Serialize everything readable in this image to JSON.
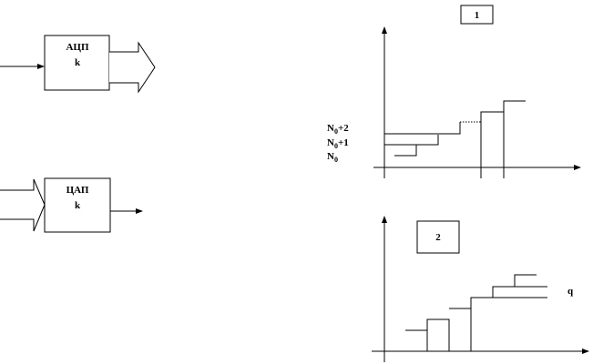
{
  "adc_block": {
    "title": "АЦП",
    "param": "k"
  },
  "dac_block": {
    "title": "ЦАП",
    "param": "k"
  },
  "graph1": {
    "tag": "1",
    "levels": [
      {
        "base": "N",
        "sub": "0",
        "suffix": "+2"
      },
      {
        "base": "N",
        "sub": "0",
        "suffix": "+1"
      },
      {
        "base": "N",
        "sub": "0",
        "suffix": ""
      }
    ]
  },
  "graph2": {
    "tag": "2",
    "label_q": "q"
  },
  "colors": {
    "ink": "#000000",
    "background": "#ffffff"
  }
}
